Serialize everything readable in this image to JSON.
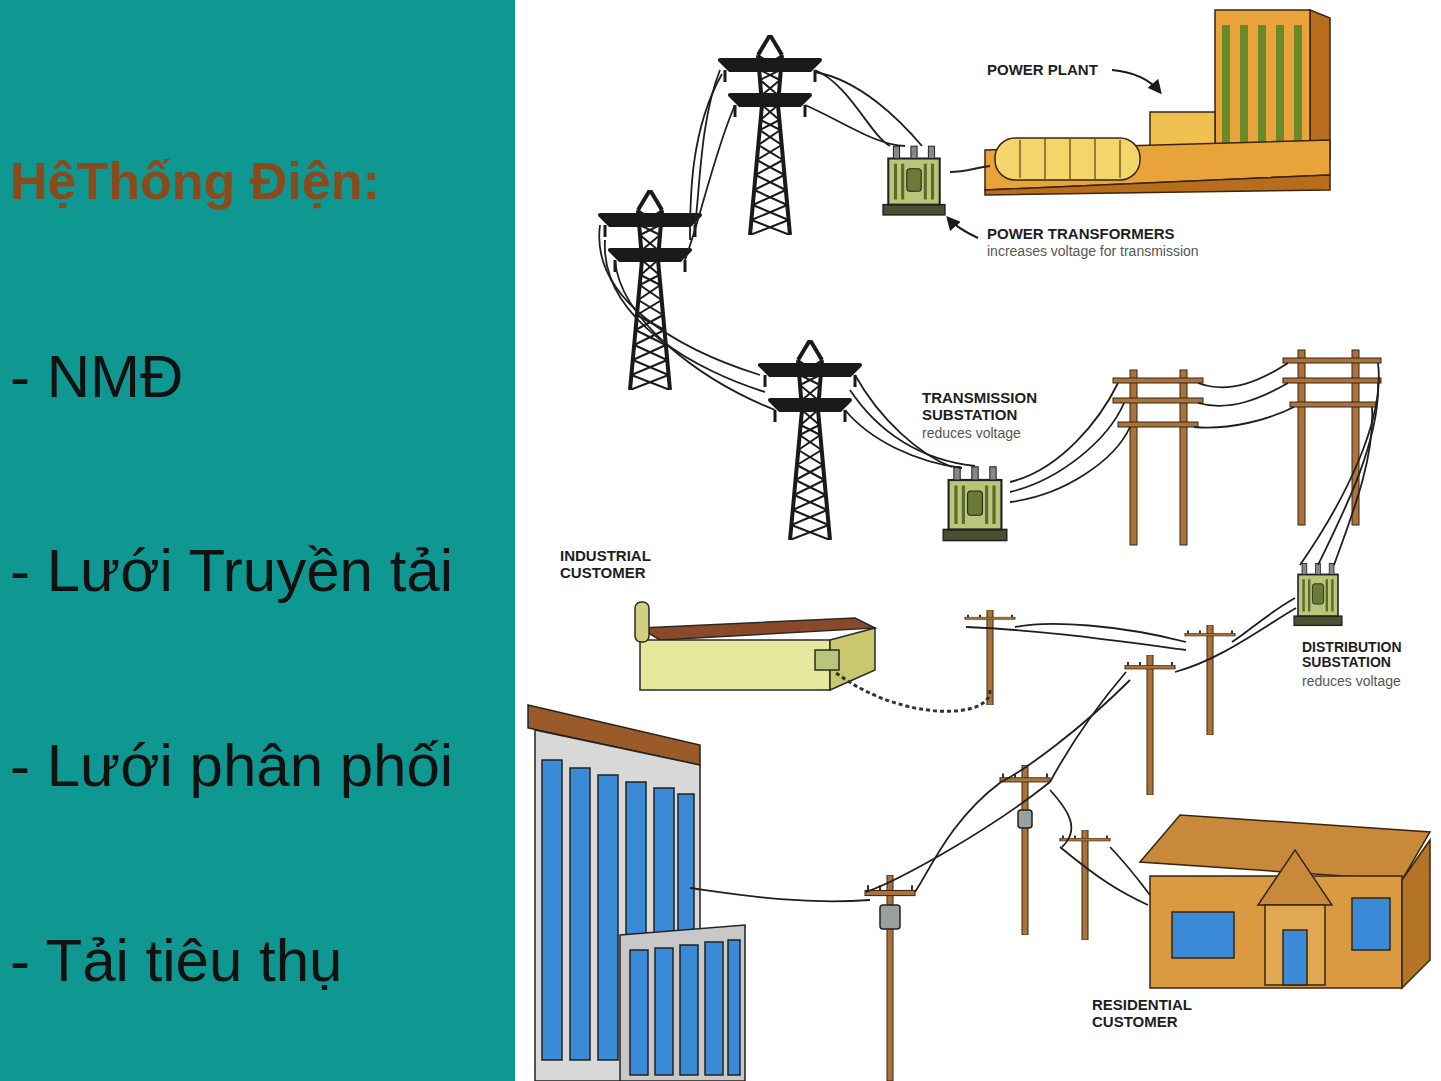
{
  "diagram": {
    "title": "HệThống Điện:",
    "labels": [
      "- NMĐ",
      "- Lưới Truyền tải",
      "- Lưới phân phối",
      "- Tải tiêu thụ",
      "POWER PLANT",
      "POWER TRANSFORMERS",
      "increases voltage for transmission",
      "TRANSMISSION SUBSTATION",
      "reduces voltage",
      "INDUSTRIAL CUSTOMER",
      "DISTRIBUTION SUBSTATION",
      "reduces voltage",
      "RESIDENTIAL CUSTOMER"
    ]
  }
}
